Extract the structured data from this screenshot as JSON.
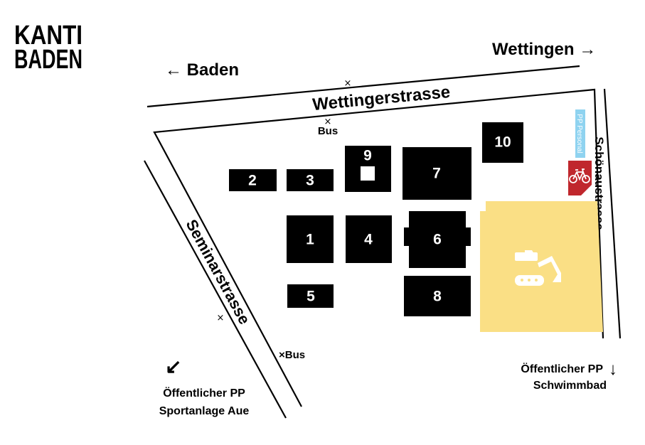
{
  "logo": {
    "line1": "KANTI",
    "line2": "BADEN"
  },
  "directions": {
    "baden": "← Baden",
    "wettingen": "Wettingen →",
    "sportanlage": {
      "arrow": "↙",
      "line1": "Öffentlicher PP",
      "line2": "Sportanlage Aue"
    },
    "schwimmbad": {
      "arrow": "↓",
      "line1": "Öffentlicher PP",
      "line2": "Schwimmbad"
    }
  },
  "streets": {
    "north": "Wettingerstrasse",
    "west": "Seminarstrasse",
    "east": "Schönaustrasse"
  },
  "bus_stops": {
    "north_label": "Bus",
    "south_label": "×Bus",
    "marker": "×"
  },
  "buildings": [
    {
      "label": "1"
    },
    {
      "label": "2"
    },
    {
      "label": "3"
    },
    {
      "label": "4"
    },
    {
      "label": "5"
    },
    {
      "label": "6"
    },
    {
      "label": "7"
    },
    {
      "label": "8"
    },
    {
      "label": "9"
    },
    {
      "label": "10"
    }
  ],
  "parking_staff": "PP Personal",
  "icons": {
    "bike": "bicycle-parking-icon",
    "construction": "excavator-icon"
  },
  "colors": {
    "construction_area": "#fadf85",
    "bike_parking": "#c0272d",
    "staff_parking": "#8fd3f0"
  }
}
